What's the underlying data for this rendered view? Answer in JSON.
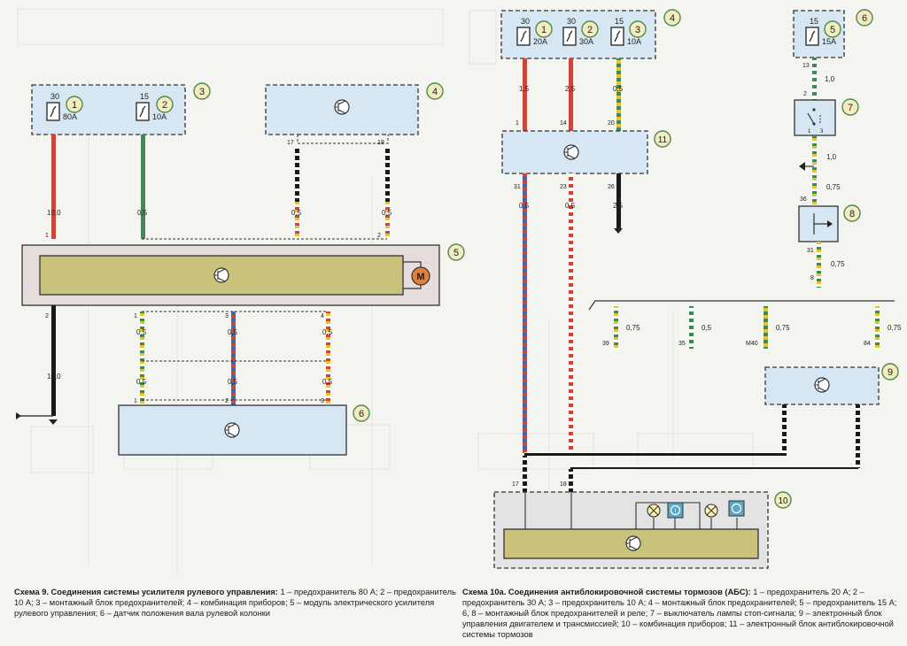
{
  "colors": {
    "red_wire": "#c9463b",
    "green_wire": "#3d8a55",
    "black_wire": "#1a1a1a",
    "module_olive": "#c8c27a",
    "block_blue": "#d6e6f2",
    "callout_green": "#4d8a4d",
    "callout_fill": "#f2ecc0"
  },
  "scheme9": {
    "callouts": {
      "c1": "1",
      "c2": "2",
      "c3": "3",
      "c4": "4",
      "c5": "5",
      "c6": "6"
    },
    "fuses": [
      {
        "terminal": "30",
        "rating": "80A"
      },
      {
        "terminal": "15",
        "rating": "10A"
      }
    ],
    "pins": {
      "b4_left": "17",
      "b4_right": "18",
      "m5_in1": "1",
      "m5_in2": "2",
      "m5_out_gnd": "2",
      "m5_out1": "1",
      "m5_out2": "3",
      "m5_out3": "4",
      "s6_p1": "1",
      "s6_p2": "2",
      "s6_p3": "3"
    },
    "wire_sizes": {
      "fuse1": "10,0",
      "fuse2": "0,5",
      "b4_left": "0,5",
      "b4_right": "0,5",
      "gnd": "10,0",
      "out1a": "0,5",
      "out2a": "0,5",
      "out3a": "0,5",
      "out1b": "0,5",
      "out2b": "0,5",
      "out3b": "0,5"
    },
    "motor_label": "M",
    "caption": {
      "title": "Схема 9. Соединения системы усилителя рулевого управления:",
      "text": " 1 – предохранитель 80 А; 2 – предохранитель 10 А; 3 – монтажный блок предохранителей; 4 – комбинация приборов; 5 – модуль электрического усилителя рулевого управления; 6 – датчик положения вала рулевой колонки"
    }
  },
  "scheme10": {
    "callouts": {
      "c1": "1",
      "c2": "2",
      "c3": "3",
      "c4": "4",
      "c5": "5",
      "c6": "6",
      "c7": "7",
      "c8": "8",
      "c9": "9",
      "c10": "10",
      "c11": "11"
    },
    "fuses": [
      {
        "terminal": "30",
        "rating": "20A"
      },
      {
        "terminal": "30",
        "rating": "30A"
      },
      {
        "terminal": "15",
        "rating": "10A"
      },
      {
        "terminal": "15",
        "rating": "15A"
      }
    ],
    "pins": {
      "m11_in1": "1",
      "m11_in2": "14",
      "m11_in3": "20",
      "m11_out1": "31",
      "m11_out2": "23",
      "m11_out3": "26",
      "f5_out": "13",
      "sw7_in": "2",
      "sw7_out1": "1",
      "sw7_out2": "3",
      "b8_in": "36",
      "b8_out": "31",
      "b8_end": "8",
      "bus_1": "39",
      "bus_2": "35",
      "bus_3": "M40",
      "bus_4": "84",
      "ic10_1": "17",
      "ic10_2": "18"
    },
    "wire_sizes": {
      "f1": "1,5",
      "f2": "2,5",
      "f3": "0,5",
      "o1": "0,5",
      "o2": "0,5",
      "o3": "2,5",
      "f5": "1,0",
      "sw7": "1,0",
      "sw7b": "0,75",
      "b8": "0,75",
      "bus_1": "0,75",
      "bus_2": "0,5",
      "bus_3": "0,75",
      "bus_4": "0,75"
    },
    "caption": {
      "title": "Схема 10а. Соединения антиблокировочной системы тормозов (АБС):",
      "text": " 1 – предохранитель 20 А; 2 – предохранитель 30 А; 3 – предохранитель 10 А; 4 – монтажный блок предохранителей; 5 – предохранитель 15 А; 6, 8 – монтажный блок предохранителей и реле; 7 – выключатель лампы стоп-сигнала; 9 – электронный блок управления двигателем и трансмиссией; 10 – комбинация приборов; 11 – электронный блок антиблокировочной системы тормозов"
    }
  }
}
